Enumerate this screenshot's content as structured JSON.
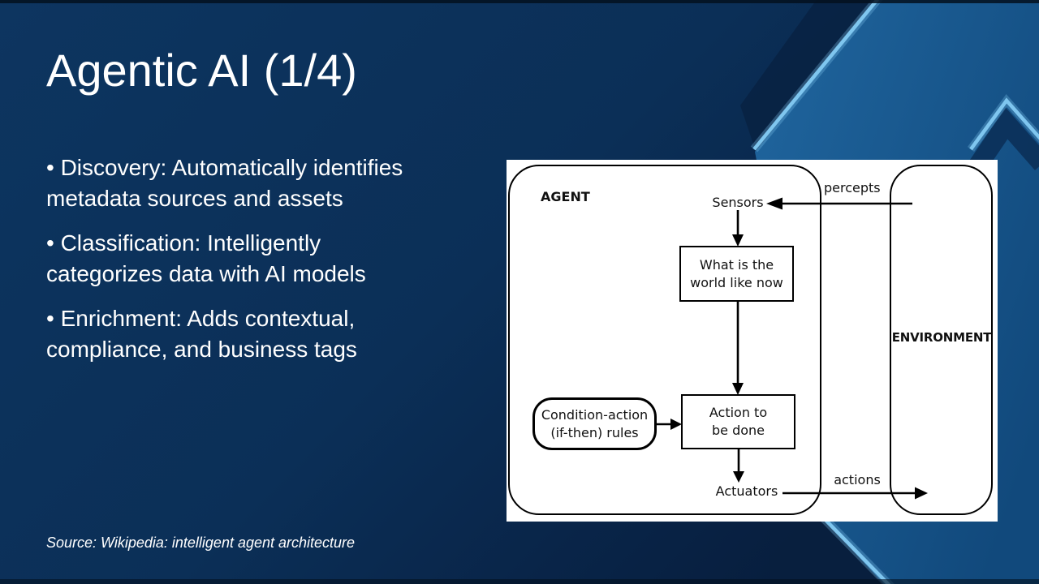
{
  "slide": {
    "title": "Agentic AI (1/4)",
    "bullets": [
      {
        "line1": "• Discovery: Automatically identifies",
        "line2": "metadata sources and assets"
      },
      {
        "line1": "• Classification: Intelligently",
        "line2": "categorizes data with AI models"
      },
      {
        "line1": "• Enrichment: Adds contextual,",
        "line2": "compliance, and business tags"
      }
    ],
    "source": "Source: Wikipedia: intelligent agent architecture"
  },
  "diagram": {
    "agent_label": "AGENT",
    "environment_label": "ENVIRONMENT",
    "sensors_label": "Sensors",
    "percepts_label": "percepts",
    "state_box_line1": "What is the",
    "state_box_line2": "world like now",
    "rules_line1": "Condition-action",
    "rules_line2": "(if-then) rules",
    "action_box_line1": "Action to",
    "action_box_line2": "be done",
    "actuators_label": "Actuators",
    "actions_label": "actions"
  },
  "colors": {
    "background_dark_navy": "#0b2f57",
    "background_medium_blue": "#175a95",
    "accent_light_blue": "#7fc6ef",
    "slide_text": "#ffffff",
    "diagram_background": "#ffffff",
    "diagram_ink": "#000000"
  }
}
